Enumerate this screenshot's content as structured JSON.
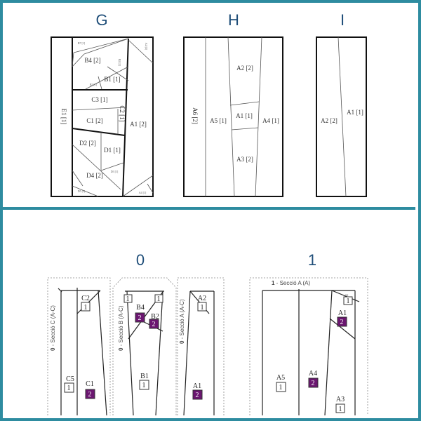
{
  "top_headers": [
    "G",
    "H",
    "I"
  ],
  "bottom_headers": [
    "0",
    "1"
  ],
  "G": {
    "E1": "E1 [1]",
    "B7": "B7 [1]",
    "B4": "B4 [2]",
    "B2": "B2 [2]",
    "B1": "B1 [1]",
    "B3": "B3 [1]",
    "A2": "A2 [2]",
    "C3": "C3 [1]",
    "C1": "C1 [2]",
    "C2": "C2 [1]",
    "A1": "A1 [2]",
    "D2": "D2 [2]",
    "D1": "D1 [1]",
    "D3": "D3 [1]",
    "D4": "D4 [2]",
    "D5": "D5 [1]",
    "A4": "A4 [1]"
  },
  "H": {
    "A6": "A6 [2]",
    "A5": "A5 [1]",
    "A2": "A2 [2]",
    "A1": "A1 [1]",
    "A4": "A4 [1]",
    "A3": "A3 [2]"
  },
  "I": {
    "A2": "A2 [2]",
    "A1": "A1 [1]"
  },
  "sections": {
    "c": "Secció C (A-C)",
    "b": "Secció B (A-C)",
    "a": "Secció A (A-C)",
    "a1": "Secció A (A)",
    "num0": "0",
    "num1": "1"
  },
  "pieces": {
    "C2": "C2",
    "C5": "C5",
    "C1": "C1",
    "B4": "B4",
    "B2": "B2",
    "B1": "B1",
    "A2": "A2",
    "A1": "A1",
    "A5": "A5",
    "A4": "A4",
    "A3": "A3",
    "one": "1",
    "two": "2"
  },
  "colors": {
    "frame": "#2e8ca0",
    "header": "#1f4e79",
    "fabric2": "#6b1670"
  }
}
